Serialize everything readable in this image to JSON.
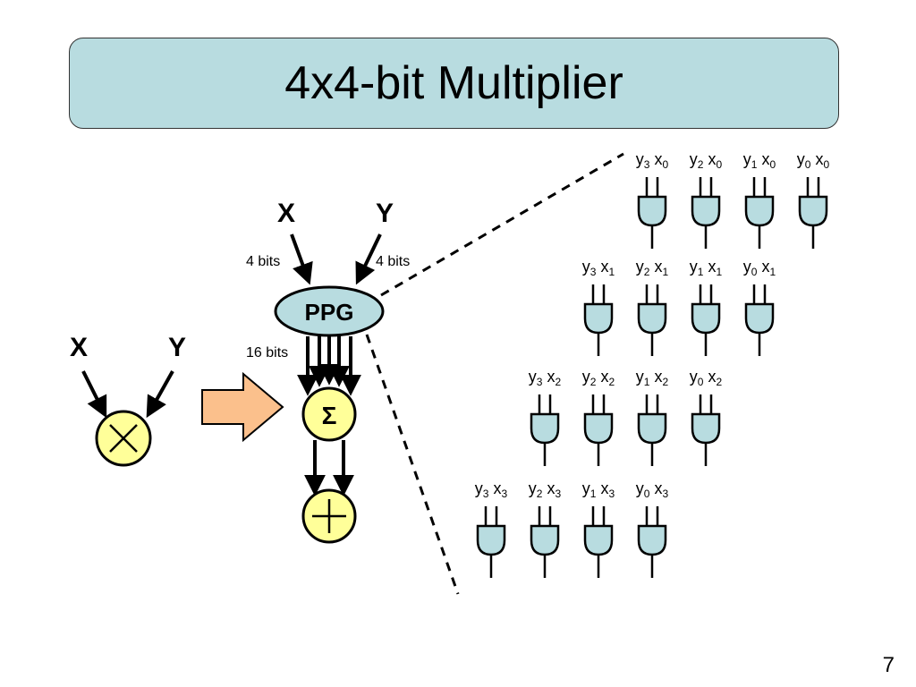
{
  "slide": {
    "title": "4x4-bit Multiplier",
    "page_number": "7"
  },
  "simple_multiplier": {
    "input_x": "X",
    "input_y": "Y",
    "operator_symbol": "×"
  },
  "block_diagram": {
    "input_x": "X",
    "input_y": "Y",
    "x_width": "4 bits",
    "y_width": "4 bits",
    "ppg_label": "PPG",
    "ppg_output_width": "16 bits",
    "sum_symbol": "Σ",
    "add_symbol": "+"
  },
  "partial_products": {
    "rows": [
      [
        [
          "3",
          "0"
        ],
        [
          "2",
          "0"
        ],
        [
          "1",
          "0"
        ],
        [
          "0",
          "0"
        ]
      ],
      [
        [
          "3",
          "1"
        ],
        [
          "2",
          "1"
        ],
        [
          "1",
          "1"
        ],
        [
          "0",
          "1"
        ]
      ],
      [
        [
          "3",
          "2"
        ],
        [
          "2",
          "2"
        ],
        [
          "1",
          "2"
        ],
        [
          "0",
          "2"
        ]
      ],
      [
        [
          "3",
          "3"
        ],
        [
          "2",
          "3"
        ],
        [
          "1",
          "3"
        ],
        [
          "0",
          "3"
        ]
      ]
    ]
  },
  "colors": {
    "title_fill": "#b8dce0",
    "gate_fill": "#b8dce0",
    "circle_fill": "#ffff99",
    "arrow_fill": "#fbc08c"
  }
}
